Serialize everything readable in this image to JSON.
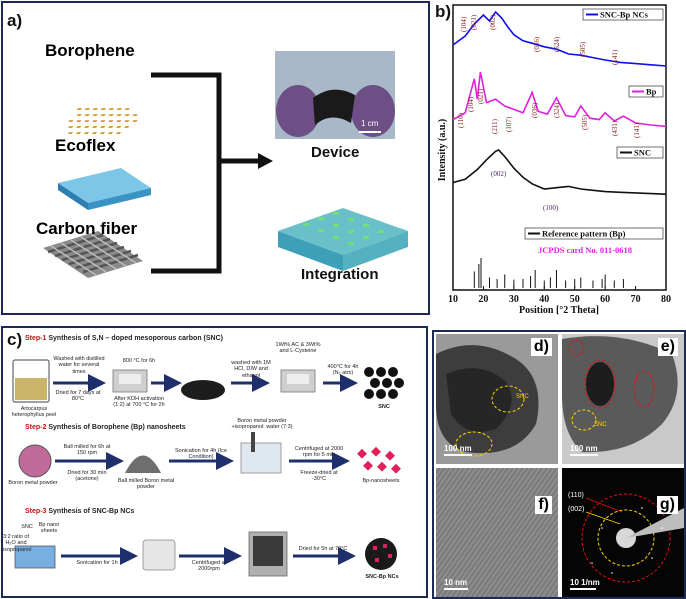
{
  "panels": {
    "a": {
      "label": "a)",
      "materials": {
        "borophene": {
          "label": "Borophene",
          "color": "#d9a441"
        },
        "ecoflex": {
          "label": "Ecoflex",
          "color": "#3aa0c7"
        },
        "carbon_fiber": {
          "label": "Carbon fiber",
          "color": "#777777"
        }
      },
      "scale": "1 cm",
      "device": "Device",
      "integration": "Integration"
    },
    "b": {
      "label": "b)",
      "legend_snc_bp": "SNC-Bp NCs",
      "legend_bp": "Bp",
      "legend_snc": "SNC",
      "legend_ref": "Reference pattern (Bp)",
      "jcpds": "JCPDS card No. 011-0618",
      "snc_bp_peaks": [
        "(104)",
        "(021)",
        "(002)",
        "(036)",
        "(324)",
        "(505)",
        "(141)"
      ],
      "bp_peaks": [
        "(110)",
        "(104)",
        "(021)",
        "(211)",
        "(107)",
        "(036)",
        "(324)",
        "(505)",
        "(431)",
        "(141)"
      ],
      "snc_peaks": [
        "(002)",
        "(100)"
      ]
    },
    "c": {
      "label": "c)",
      "step1_prefix": "Step-1",
      "step1_rest": "Synthesis of S,N – doped mesoporous carbon (SNC)",
      "step2_prefix": "Step-2",
      "step2_rest": "Synthesis of Borophene (Bp) nanosheets",
      "step3_prefix": "Step-3",
      "step3_rest": "Synthesis of SNC-Bp NCs",
      "s1": {
        "peel": "Artocarpus heterophyllus peel",
        "wash": "Washed with distilled water for several times",
        "dry": "Dried for 7 days at 80°C",
        "heat": "800 °C for 6h",
        "koh": "After KOH activation (1:2) at 700 °C for 2h",
        "wash2": "washed with 1M HCl, DIW and ethanol",
        "mix": "1Wt% AC & 3Wt% and L-Cysteine",
        "anneal": "400°C for 4h (N₂ atm)",
        "product": "SNC"
      },
      "s2": {
        "powder": "Boron metal powder",
        "mill": "Ball milled for 6h at 150 rpm",
        "dry": "Dried for 30 min (acetone)",
        "milled": "Ball milled Boron metal powder",
        "sonic": "Sonication for 4h (Ice Condition)",
        "solvent": "Boron metal powder +isopropanol: water (7:3)",
        "centri": "Centrifuged at 2000 rpm for 5 min",
        "freeze": "Freeze-dried at -30°C",
        "product": "Bp-nanosheets"
      },
      "s3": {
        "snc": "SNC",
        "bp": "Bp nano sheets",
        "ratio": "3:2 ratio of H₂O and isopropanol",
        "sonic": "Sonication for 1h",
        "centri": "Centrifuged at 2000rpm",
        "dry": "Dried for 5h at 70°C",
        "product": "SNC-Bp NCs"
      }
    },
    "dg": {
      "d_label": "d)",
      "e_label": "e)",
      "f_label": "f)",
      "g_label": "g)",
      "d_scale": "100 nm",
      "e_scale": "100 nm",
      "f_scale": "10 nm",
      "g_scale": "10 1/nm",
      "d_snc": "SNC",
      "e_snc": "SNC",
      "ring_110": "(110)",
      "ring_002": "(002)"
    }
  },
  "chart_data": {
    "type": "line",
    "xlabel": "Position [°2 Theta]",
    "ylabel": "Intensity (a.u.)",
    "xlim": [
      10,
      80
    ],
    "x_ticks": [
      10,
      20,
      30,
      40,
      50,
      60,
      70,
      80
    ],
    "grid": false,
    "series": [
      {
        "name": "SNC-Bp NCs",
        "color": "#1010ee",
        "x": [
          10,
          14,
          17,
          20,
          22,
          24,
          26,
          28,
          30,
          33,
          36,
          40,
          44,
          48,
          52,
          56,
          60,
          65,
          70,
          75,
          80
        ],
        "values": [
          0.45,
          0.6,
          0.8,
          0.95,
          0.85,
          1.0,
          0.9,
          0.75,
          0.62,
          0.52,
          0.48,
          0.42,
          0.38,
          0.3,
          0.28,
          0.24,
          0.2,
          0.16,
          0.14,
          0.12,
          0.1
        ]
      },
      {
        "name": "Bp",
        "color": "#e020e0",
        "x": [
          10,
          14,
          17,
          18,
          19,
          21,
          24,
          27,
          30,
          33,
          36,
          38,
          41,
          44,
          47,
          50,
          52,
          55,
          58,
          60,
          63,
          66,
          70,
          75,
          80
        ],
        "values": [
          0.3,
          0.4,
          0.9,
          0.6,
          1.0,
          0.55,
          0.6,
          0.5,
          0.45,
          0.4,
          0.7,
          0.42,
          0.38,
          0.62,
          0.36,
          0.34,
          0.5,
          0.32,
          0.3,
          0.4,
          0.28,
          0.35,
          0.25,
          0.22,
          0.2
        ]
      },
      {
        "name": "SNC",
        "color": "#111111",
        "x": [
          10,
          14,
          18,
          21,
          24,
          25,
          27,
          30,
          33,
          36,
          40,
          44,
          48,
          52,
          56,
          60,
          65,
          70,
          75,
          80
        ],
        "values": [
          0.5,
          0.55,
          0.7,
          0.85,
          0.98,
          1.0,
          0.9,
          0.72,
          0.58,
          0.48,
          0.4,
          0.42,
          0.44,
          0.4,
          0.38,
          0.36,
          0.35,
          0.34,
          0.33,
          0.32
        ]
      },
      {
        "name": "Reference pattern (Bp)",
        "type": "stick",
        "color": "#111111",
        "x": [
          17,
          18.5,
          19.2,
          22,
          24.5,
          27,
          30,
          33,
          35.5,
          37,
          40,
          42,
          44,
          47,
          50,
          52,
          56,
          59,
          60,
          63,
          66
        ],
        "values": [
          0.55,
          0.8,
          1.0,
          0.35,
          0.3,
          0.45,
          0.28,
          0.3,
          0.4,
          0.6,
          0.25,
          0.35,
          0.6,
          0.25,
          0.3,
          0.35,
          0.25,
          0.3,
          0.45,
          0.25,
          0.3
        ]
      }
    ]
  }
}
